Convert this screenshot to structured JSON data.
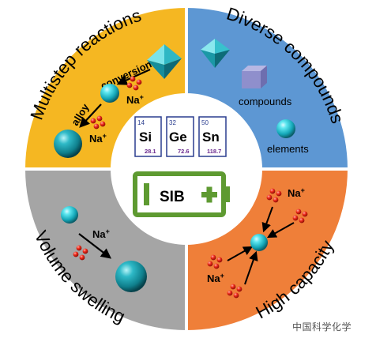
{
  "quadrants": {
    "top_left": {
      "title": "Multistep reactions",
      "label_conversion": "conversion",
      "label_alloy": "alloy",
      "na_upper": "Na",
      "na_lower": "Na",
      "color": "#f5b722"
    },
    "top_right": {
      "title": "Diverse compounds",
      "label_compounds": "compounds",
      "label_elements": "elements",
      "color": "#5d97d3"
    },
    "bottom_left": {
      "title": "Volume swelling",
      "na": "Na",
      "color": "#a5a5a5"
    },
    "bottom_right": {
      "title": "High capacity",
      "na_upper": "Na",
      "na_lower": "Na",
      "color": "#ef7f39"
    }
  },
  "center": {
    "elements": [
      {
        "number": "14",
        "symbol": "Si",
        "mass": "28.1"
      },
      {
        "number": "32",
        "symbol": "Ge",
        "mass": "72.6"
      },
      {
        "number": "50",
        "symbol": "Sn",
        "mass": "118.7"
      }
    ],
    "battery_label": "SIB",
    "battery_color": "#5e9a31"
  },
  "superscript_plus": "+",
  "watermark": "中国科学化学"
}
